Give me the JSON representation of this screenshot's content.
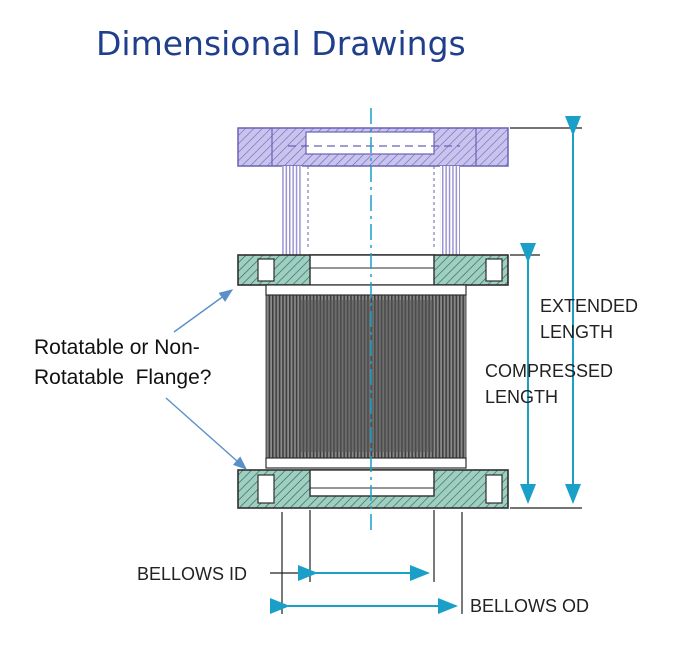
{
  "title": "Dimensional Drawings",
  "callout": {
    "line1": "Rotatable or Non-",
    "line2": "Rotatable  Flange?"
  },
  "labels": {
    "extended_1": "EXTENDED",
    "extended_2": "LENGTH",
    "compressed_1": "COMPRESSED",
    "compressed_2": "LENGTH",
    "bellows_id": "BELLOWS ID",
    "bellows_od": "BELLOWS OD"
  },
  "colors": {
    "title": "#1f3e8c",
    "flange_fill": "#9ed0c2",
    "ghost_fill": "#b9b4e6",
    "ghost_line": "#6a62b4",
    "dimension_line": "#1aa0c8",
    "arrow": "#5b8fc9",
    "bellows": "#555555"
  }
}
